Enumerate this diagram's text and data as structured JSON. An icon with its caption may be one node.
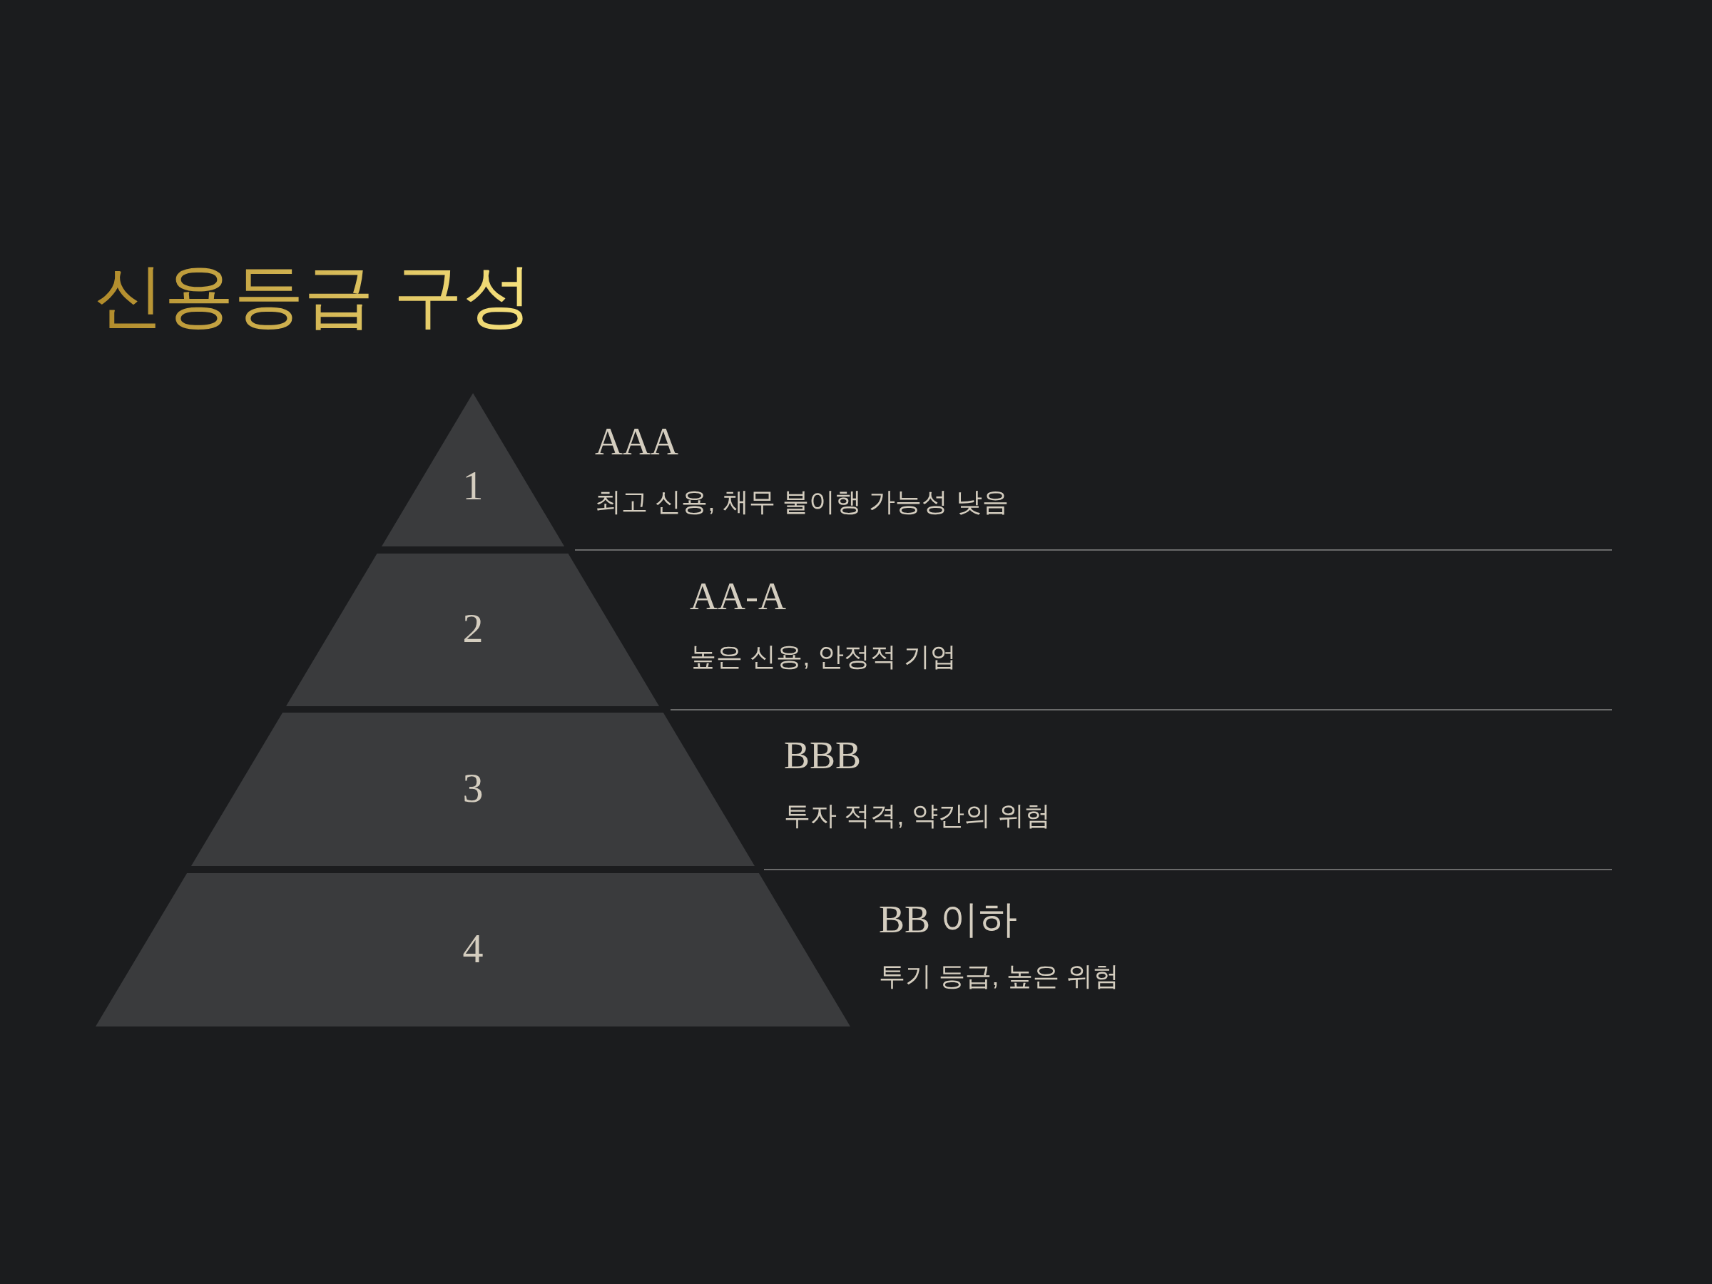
{
  "diagram": {
    "title": "신용등급 구성",
    "nodes": [
      {
        "text": [
          "1"
        ],
        "beside": [
          "AAA",
          "최고 신용, 채무 불이행 가능성 낮음"
        ]
      },
      {
        "text": [
          "2"
        ],
        "beside": [
          "AA-A",
          "높은 신용, 안정적 기업"
        ]
      },
      {
        "text": [
          "3"
        ],
        "beside": [
          "BBB",
          "투자 적격, 약간의 위험"
        ]
      },
      {
        "text": [
          "4"
        ],
        "beside": [
          "BB 이하",
          "투기 등급, 높은 위험"
        ]
      }
    ]
  }
}
